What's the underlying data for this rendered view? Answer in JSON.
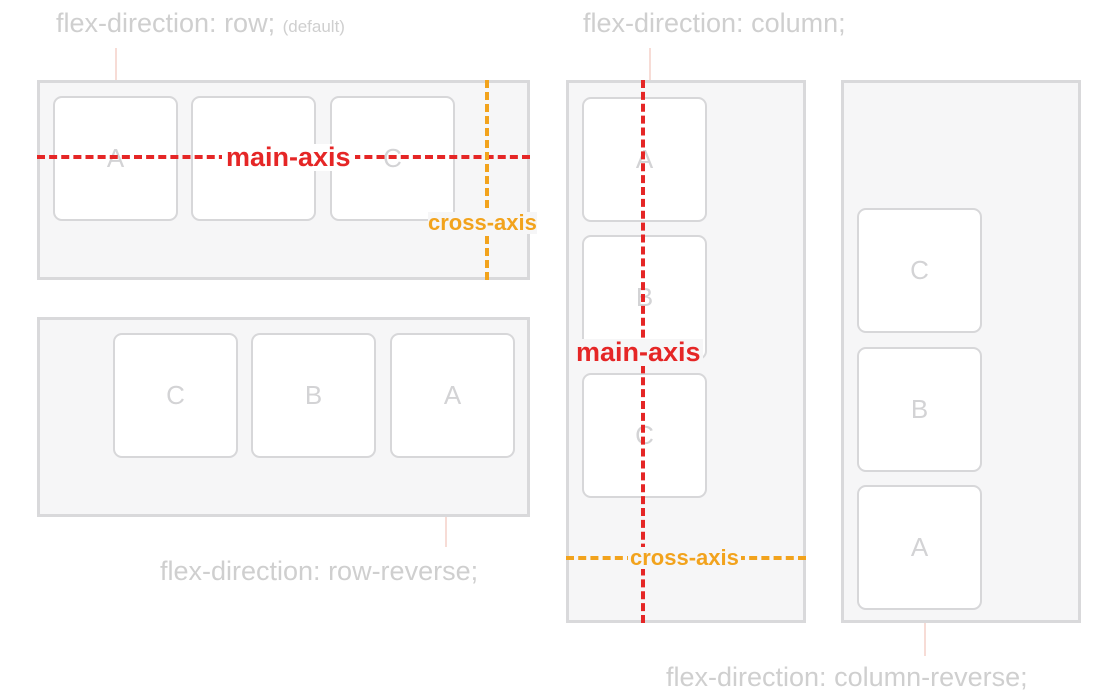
{
  "captions": {
    "row": "flex-direction: row;",
    "row_note": "(default)",
    "row_reverse": "flex-direction: row-reverse;",
    "column": "flex-direction: column;",
    "column_reverse": "flex-direction: column-reverse;"
  },
  "row_items": [
    "A",
    "B",
    "C"
  ],
  "row_reverse_items": [
    "C",
    "B",
    "A"
  ],
  "column_items": [
    "A",
    "B",
    "C"
  ],
  "column_reverse_items": [
    "C",
    "B",
    "A"
  ],
  "axis_labels": {
    "main": "main-axis",
    "cross": "cross-axis"
  },
  "colors": {
    "main_axis": "#e52626",
    "cross_axis": "#f2a31d",
    "border": "#d9d9db",
    "caption": "#cfcfcf"
  }
}
